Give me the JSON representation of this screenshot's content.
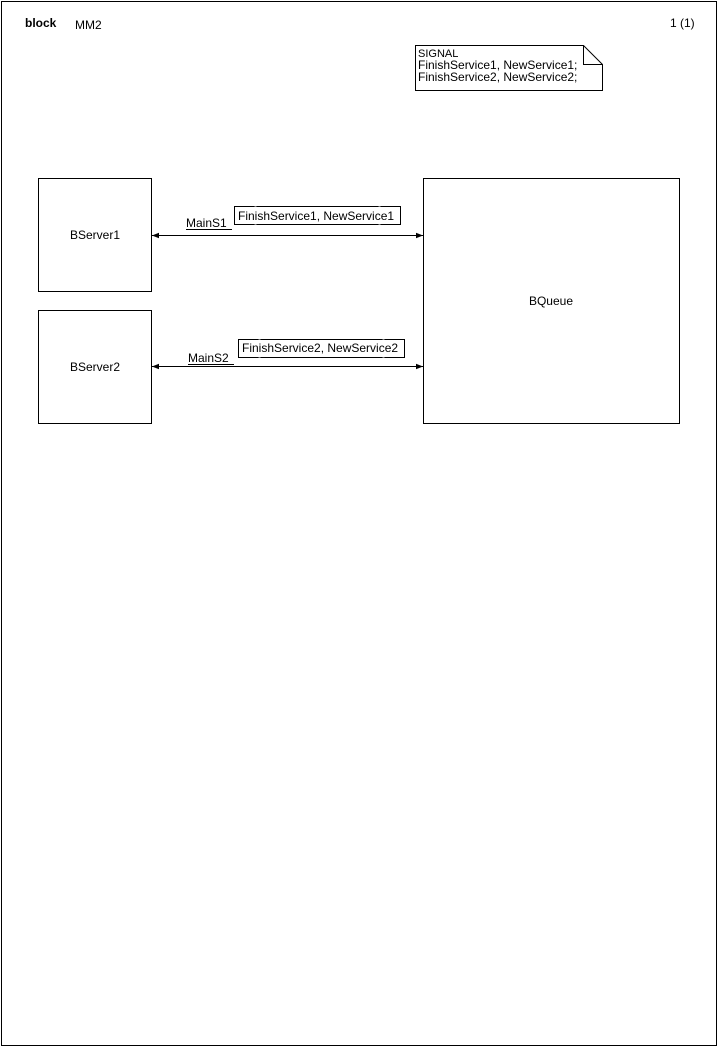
{
  "header": {
    "kind": "block",
    "name": "MM2",
    "page": "1 (1)"
  },
  "signal_note": {
    "keyword": "SIGNAL",
    "lines": [
      "FinishService1, NewService1;",
      "FinishService2, NewService2;"
    ]
  },
  "blocks": [
    {
      "id": "bserver1",
      "label": "BServer1"
    },
    {
      "id": "bserver2",
      "label": "BServer2"
    },
    {
      "id": "bqueue",
      "label": "BQueue"
    }
  ],
  "channels": [
    {
      "name": "MainS1",
      "signals": "FinishService1, NewService1",
      "from": "BServer1",
      "to": "BQueue",
      "bidirectional": true
    },
    {
      "name": "MainS2",
      "signals": "FinishService2, NewService2",
      "from": "BServer2",
      "to": "BQueue",
      "bidirectional": true
    }
  ]
}
